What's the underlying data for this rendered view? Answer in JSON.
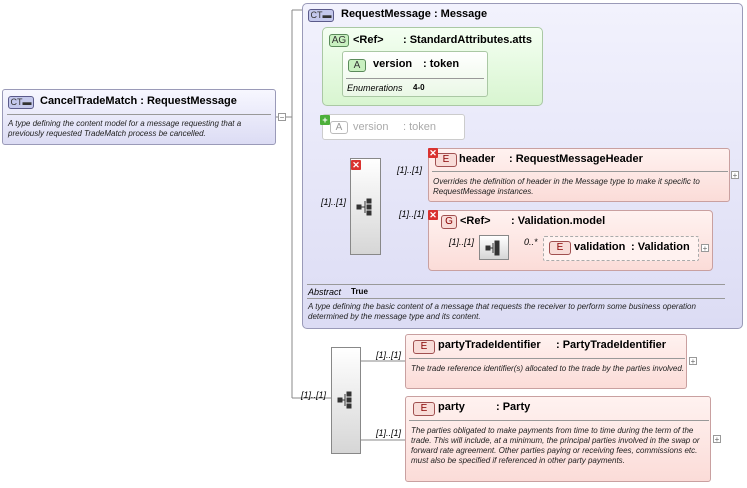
{
  "left_type": {
    "badge": "CT",
    "name": "CancelTradeMatch",
    "type": ": RequestMessage",
    "description": "A type defining the content model for a message requesting that a previously requested TradeMatch process be cancelled."
  },
  "base_type": {
    "badge": "CT",
    "name": "RequestMessage",
    "type": ": Message",
    "abstract_label": "Abstract",
    "abstract_value": "True",
    "description": "A type defining the basic content of a message that requests the receiver to perform some business operation determined by the message type and its content."
  },
  "attr_group": {
    "badge": "AG",
    "name": "<Ref>",
    "type": ": StandardAttributes.atts",
    "attr_badge": "A",
    "attr_name": "version",
    "attr_type": ": token",
    "enum_label": "Enumerations",
    "enum_value": "4-0"
  },
  "attr_version": {
    "badge": "A",
    "name": "version",
    "type": ": token"
  },
  "header": {
    "badge": "E",
    "name": "header",
    "type": ": RequestMessageHeader",
    "cardinality": "[1]..[1]",
    "description": "Overrides the definition of header in the Message type to make it specific to RequestMessage instances."
  },
  "validation_group": {
    "badge": "G",
    "name": "<Ref>",
    "type": ": Validation.model",
    "cardinality": "[1]..[1]",
    "inner_cardinality": "[1]..[1]",
    "elem_badge": "E",
    "elem_name": "validation",
    "elem_type": ": Validation",
    "elem_cardinality": "0..*"
  },
  "base_seq_cardinality": "[1]..[1]",
  "main_seq_cardinality": "[1]..[1]",
  "party_trade_identifier": {
    "badge": "E",
    "name": "partyTradeIdentifier",
    "type": ": PartyTradeIdentifier",
    "cardinality": "[1]..[1]",
    "description": "The trade reference identifier(s) allocated to the trade by the parties involved."
  },
  "party": {
    "badge": "E",
    "name": "party",
    "type": ": Party",
    "cardinality": "[1]..[1]",
    "description": "The parties obligated to make payments from time to time during the term of the trade. This will include, at a minimum, the principal parties involved in the swap or forward rate agreement. Other parties paying or receiving fees, commissions etc. must also be specified if referenced in other party payments."
  },
  "colors": {
    "complex_type_bg": "#ececfb",
    "element_bg": "#fbdcd8",
    "attribute_bg": "#e3f8de",
    "remove_mark": "#d9322f"
  },
  "icons": {
    "remove": "remove-mark-icon",
    "add": "add-mark-icon",
    "sequence": "sequence-icon",
    "expand": "expand-plus-icon"
  }
}
